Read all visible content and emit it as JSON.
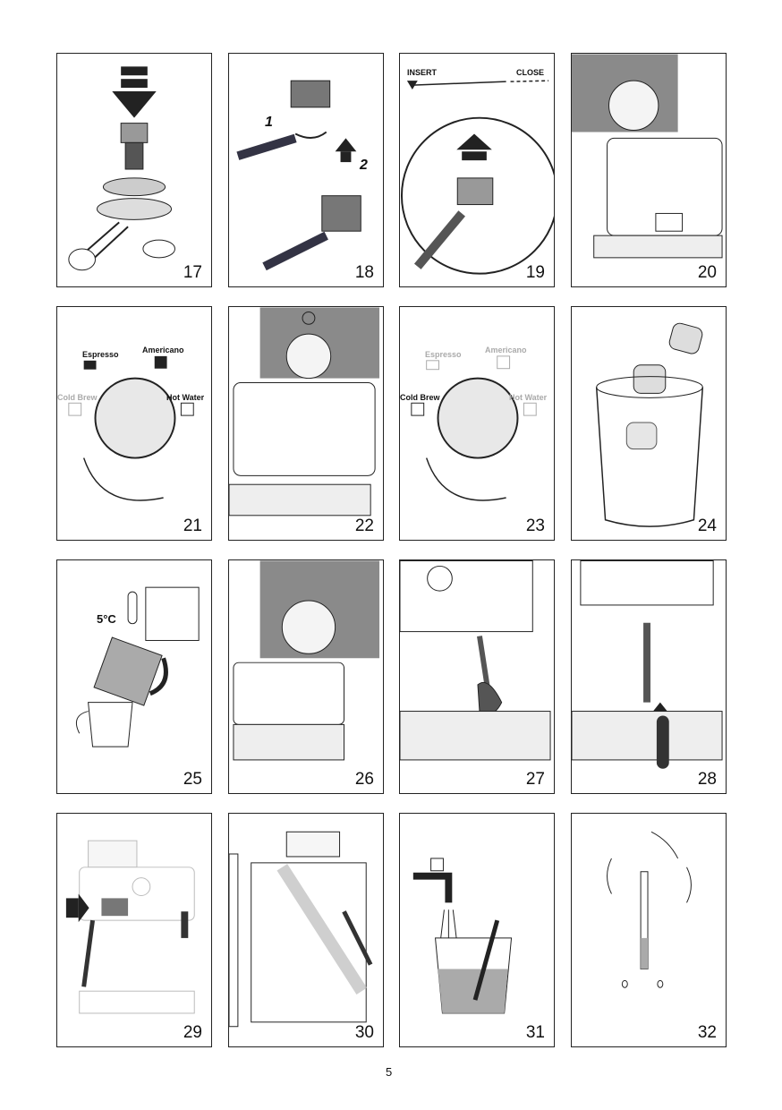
{
  "page_number": "5",
  "figures": [
    {
      "number": "17"
    },
    {
      "number": "18",
      "steps": [
        "1",
        "2"
      ]
    },
    {
      "number": "19",
      "labels": {
        "insert": "INSERT",
        "close": "CLOSE"
      }
    },
    {
      "number": "20"
    },
    {
      "number": "21",
      "labels": {
        "espresso": "Espresso",
        "americano": "Americano",
        "cold_brew": "Cold Brew",
        "hot_water": "Hot Water"
      }
    },
    {
      "number": "22"
    },
    {
      "number": "23",
      "labels": {
        "espresso": "Espresso",
        "americano": "Americano",
        "cold_brew": "Cold Brew",
        "hot_water": "Hot Water"
      }
    },
    {
      "number": "24"
    },
    {
      "number": "25",
      "labels": {
        "temp": "5°C"
      }
    },
    {
      "number": "26"
    },
    {
      "number": "27"
    },
    {
      "number": "28"
    },
    {
      "number": "29"
    },
    {
      "number": "30"
    },
    {
      "number": "31"
    },
    {
      "number": "32"
    }
  ]
}
